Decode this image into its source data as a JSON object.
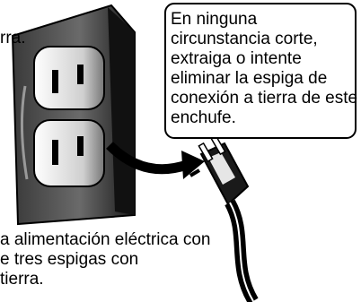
{
  "top_left": {
    "text": "rra."
  },
  "callout": {
    "lines": [
      "En ninguna",
      "circunstancia corte,",
      "extraiga o intente",
      "eliminar la espiga de",
      "conexión a tierra de este",
      "enchufe."
    ]
  },
  "bottom_caption": {
    "lines": [
      "a alimentación eléctrica con",
      "e tres espigas con",
      "tierra."
    ]
  },
  "icons": [
    "wall-outlet-icon",
    "three-prong-plug-icon",
    "curved-arrow-icon"
  ],
  "colors": {
    "ink": "#000000",
    "background": "#ffffff"
  }
}
